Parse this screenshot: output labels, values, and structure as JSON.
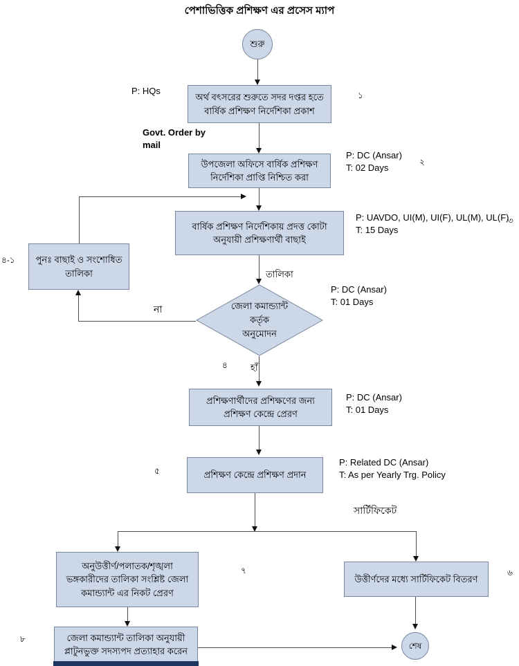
{
  "title": "পেশাভিত্তিক প্রশিক্ষণ এর প্রসেস ম্যাপ",
  "nodes": {
    "start": "শুরু",
    "step1": "অর্থ বৎসরের শুরুতে সদর দপ্তর হতে\nবার্ষিক প্রশিক্ষণ নির্দেশিকা প্রকাশ",
    "step2": "উপজেলা অফিসে বার্ষিক প্রশিক্ষণ\nনির্দেশিকা প্রাপ্তি নিশ্চিত করা",
    "step3": "বার্ষিক প্রশিক্ষণ নির্দেশিকায় প্রদত্ত কোটা\nঅনুযায়ী প্রশিক্ষণার্থী বাছাই",
    "rework": "পুনঃ বাছাই ও সংশোধিত\nতালিকা",
    "decision": "জেলা কমান্ড্যান্ট\nকর্তৃক\nঅনুমোদন",
    "step4": "প্রশিক্ষণার্থীদের প্রশিক্ষণের জন্য\nপ্রশিক্ষণ কেন্দ্রে প্রেরণ",
    "step5": "প্রশিক্ষণ কেন্দ্রে প্রশিক্ষণ প্রদান",
    "step6": "উত্তীর্ণদের মধ্যে সার্টিফিকেট বিতরণ",
    "step7": "অনুউত্তীর্ণ/পলাতক/শৃঙ্খলা\nভঙ্গকারীদের তালিকা সংশ্লিষ্ট জেলা\nকমান্ড্যান্ট এর নিকট প্রেরণ",
    "step8": "জেলা কমান্ড্যান্ট তালিকা অনুযায়ী\nপ্লাটুনভুক্ত সদস্যপদ প্রত্যাহার করেন",
    "end": "শেষ"
  },
  "annotations": {
    "step1_actor": "P: HQs",
    "govt_order": "Govt. Order by\nmail",
    "step2_meta": "P: DC (Ansar)\nT: 02 Days",
    "step3_meta": "P: UAVDO, UI(M), UI(F), UL(M), UL(F)\nT: 15 Days",
    "decision_meta": "P: DC (Ansar)\nT: 01 Days",
    "step4_meta": "P: DC (Ansar)\nT: 01 Days",
    "step5_meta": "P: Related DC (Ansar)\nT: As per Yearly Trg. Policy",
    "list": "তালিকা",
    "no": "না",
    "yes": "হাঁ",
    "certificate": "সার্টিফিকেট"
  },
  "numbers": {
    "s1": "১",
    "s2": "২",
    "s3": "৩",
    "s4": "৪",
    "s4_1": "৪-১",
    "s5": "৫",
    "s6": "৬",
    "s7": "৭",
    "s8": "৮"
  },
  "colors": {
    "node_fill": "#ccd7e8",
    "node_border": "#76869c",
    "connector": "#4d4d4d",
    "arrow": "#111111"
  }
}
